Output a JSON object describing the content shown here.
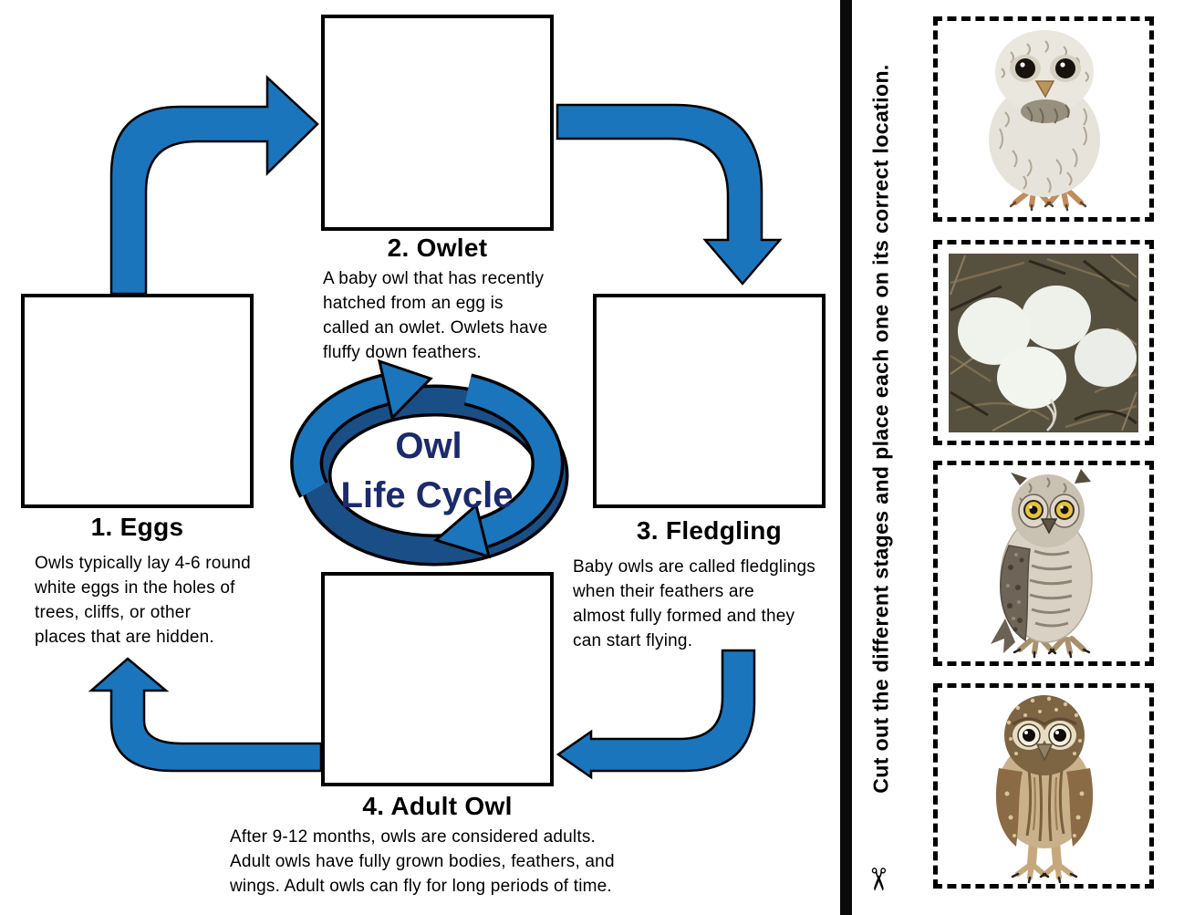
{
  "worksheet": {
    "cycle_title": {
      "line1": "Owl",
      "line2": "Life Cycle"
    },
    "stages": [
      {
        "heading": "1. Eggs",
        "description": "Owls typically lay 4-6 round\nwhite eggs in the holes of\ntrees, cliffs, or other\nplaces that are hidden."
      },
      {
        "heading": "2. Owlet",
        "description": "A baby owl that has recently\nhatched from an egg is\ncalled an owlet. Owlets have\nfluffy down feathers."
      },
      {
        "heading": "3. Fledgling",
        "description": "Baby owls are called fledglings\nwhen their feathers are\nalmost fully formed and they\ncan start flying."
      },
      {
        "heading": "4. Adult Owl",
        "description": "After 9-12 months, owls are considered adults.\nAdult owls have fully grown bodies, feathers, and\nwings. Adult owls can fly for long periods of time."
      }
    ]
  },
  "side_panel": {
    "instruction": "Cut out the different stages and place each one on its correct location.",
    "scissors": "✂",
    "cards": [
      {
        "name": "owlet-photo"
      },
      {
        "name": "eggs-photo"
      },
      {
        "name": "fledgling-photo"
      },
      {
        "name": "adult-owl-photo"
      }
    ]
  },
  "colors": {
    "arrow_blue": "#1B75BC",
    "cycle_shadow_navy": "#1A4E87",
    "title_navy": "#1B2A6B"
  }
}
